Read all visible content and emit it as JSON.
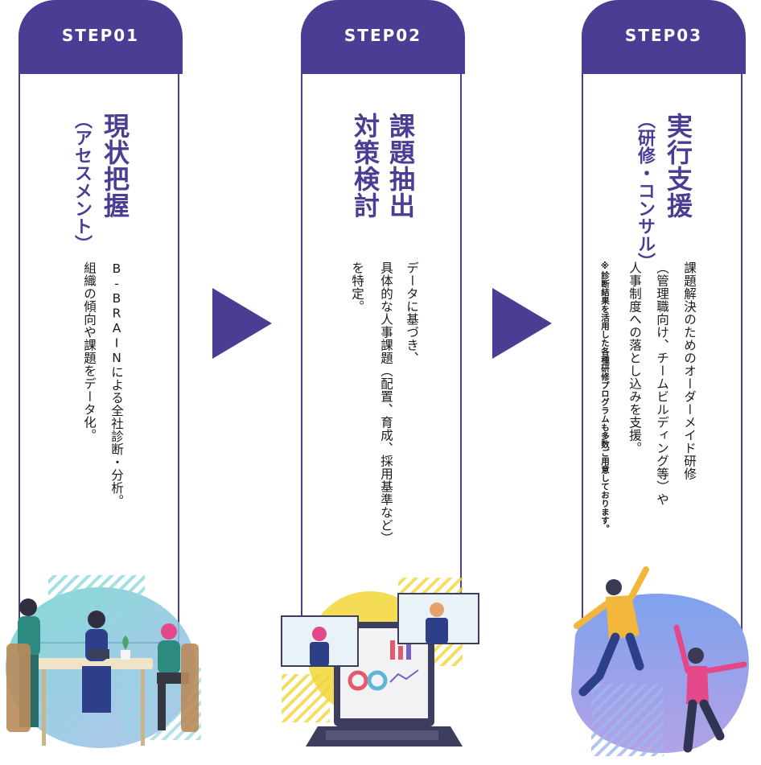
{
  "steps": [
    {
      "label": "STEP01",
      "title": "現状把握",
      "subtitle": "（アセスメント）",
      "body_lines": [
        "B-BRAINによる全社診断・分析。",
        "組織の傾向や課題をデータ化。"
      ]
    },
    {
      "label": "STEP02",
      "title_lines": [
        "課題抽出",
        "対策検討"
      ],
      "body_lines": [
        "データに基づき、",
        "具体的な人事課題（配置、育成、採用基準など）",
        "を特定。"
      ]
    },
    {
      "label": "STEP03",
      "title": "実行支援",
      "subtitle": "（研修・コンサル）",
      "body_lines": [
        "課題解決のためのオーダーメイド研修",
        "（管理職向け、チームビルディング等）や",
        "人事制度への落とし込みを支援。"
      ],
      "note": "※診断結果を活用した各種研修プログラムも多数ご用意しております。"
    }
  ],
  "colors": {
    "accent": "#4a3d94",
    "teal": "#4fc1c6",
    "yellow": "#f2d43a",
    "lavender": "#a9a0e0"
  }
}
